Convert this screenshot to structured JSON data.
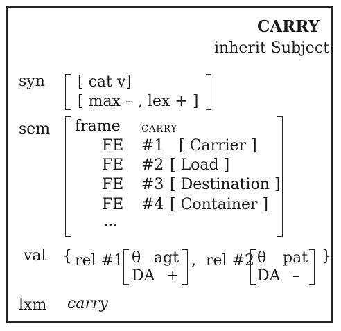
{
  "header": {
    "title": "CARRY",
    "subtitle": "inherit Subject"
  },
  "syn": {
    "label": "syn",
    "row1": "[ cat v]",
    "row2": "[ max  – , lex + ]"
  },
  "sem": {
    "label": "sem",
    "frame_key": "frame",
    "frame_value": "carry",
    "fe_rows": [
      {
        "key": "FE",
        "num": "#1",
        "value": "[ Carrier ]"
      },
      {
        "key": "FE",
        "num": "#2",
        "value": "[ Load ]"
      },
      {
        "key": "FE",
        "num": "#3",
        "value": "[ Destination ]"
      },
      {
        "key": "FE",
        "num": "#4",
        "value": "[ Container ]"
      }
    ],
    "ellipsis": "..."
  },
  "val": {
    "label": "val",
    "open_brace": "{",
    "close_brace": "}",
    "rel1": "rel #1",
    "rel1_theta": "θ",
    "rel1_theta_val": "agt",
    "rel1_da": "DA",
    "rel1_da_val": "+",
    "comma": ",",
    "rel2": "rel #2",
    "rel2_theta": "θ",
    "rel2_theta_val": "pat",
    "rel2_da": "DA",
    "rel2_da_val": "–"
  },
  "lxm": {
    "label": "lxm",
    "value": "carry"
  }
}
